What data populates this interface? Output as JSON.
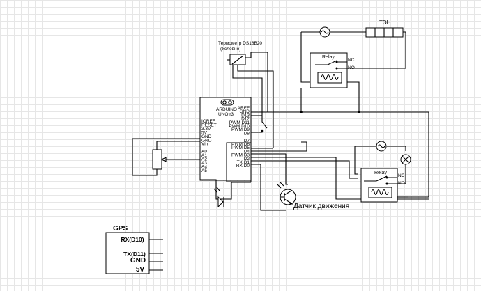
{
  "thermometer": {
    "label_line1": "Термометр DS18B20",
    "label_line2": "(Условно)"
  },
  "heater": {
    "label": "ТЭН"
  },
  "relay1": {
    "title": "Relay",
    "nc": "NC",
    "no": "NO"
  },
  "relay2": {
    "title": "Relay",
    "nc": "NC",
    "no": "NO"
  },
  "arduino": {
    "model_line1": "ARDUINO",
    "model_line2": "UNO r3",
    "left_pins": [
      "IOREF",
      "RESET",
      "3.3V",
      "5V",
      "GND",
      "GND",
      "Vin",
      "",
      "A0",
      "A1",
      "A2",
      "A3",
      "A4",
      "A5"
    ],
    "right_pins": [
      "AREF",
      "GND",
      "D13",
      "D12",
      "PWM D11",
      "PWM D10",
      "PWM D9",
      "D8",
      "",
      "D7",
      "PWM D6",
      "PWM D5",
      "D4",
      "PWM D3",
      "D2",
      "TX D1",
      "RX D0"
    ]
  },
  "motion_sensor": {
    "label": "Датчик движения"
  },
  "gps": {
    "title": "GPS",
    "pins": [
      "RX(D10)",
      "TX(D11)",
      "GND",
      "5V"
    ]
  }
}
